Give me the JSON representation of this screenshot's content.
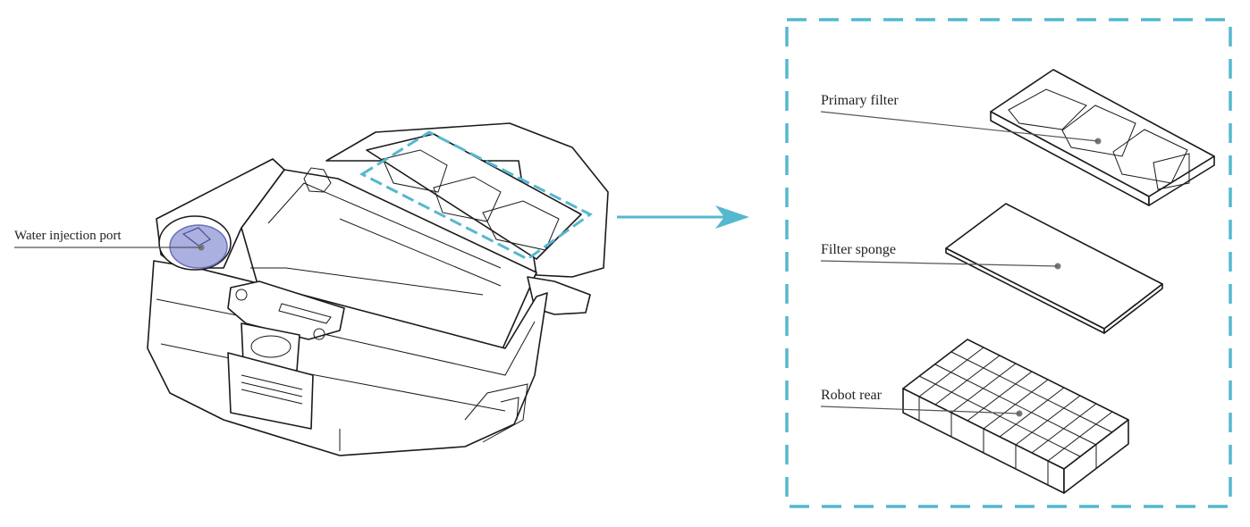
{
  "labels": {
    "water_injection_port": "Water injection port",
    "primary_filter": "Primary filter",
    "filter_sponge": "Filter sponge",
    "robot_rear": "Robot rear"
  },
  "colors": {
    "accent": "#55b8cf",
    "port_fill": "#aab0e0",
    "line": "#1a1a1a"
  },
  "icons": {
    "arrow": "right-arrow-icon"
  }
}
